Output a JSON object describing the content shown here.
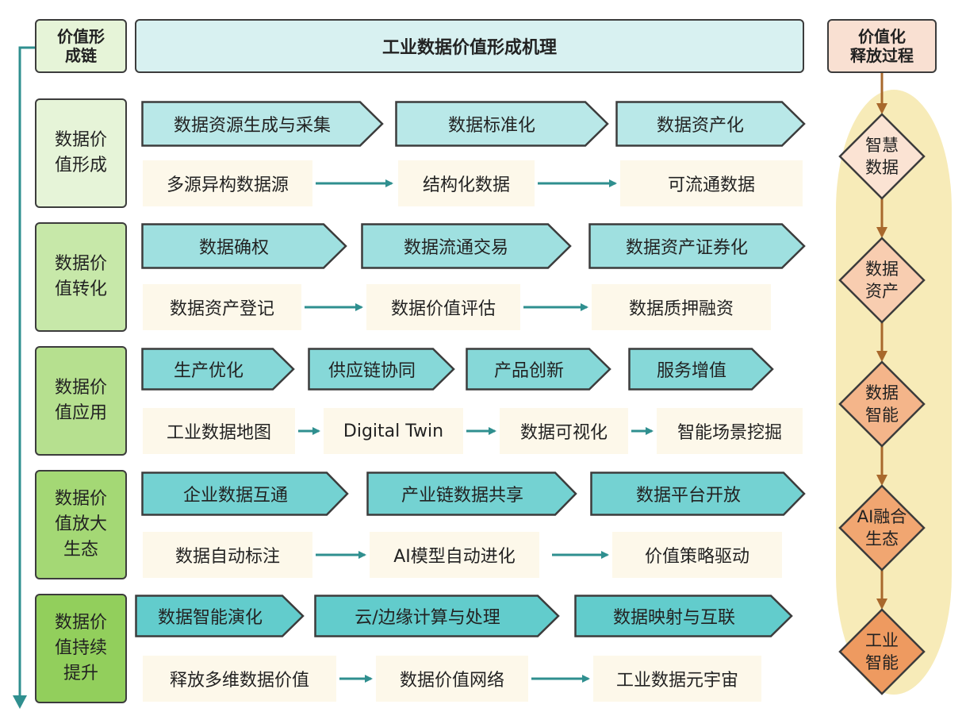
{
  "header": {
    "left": "价值形\n成链",
    "center": "工业数据价值形成机理",
    "right": "价值化\n释放过程"
  },
  "stages": [
    {
      "label": "数据价\n值形成",
      "chevrons": [
        "数据资源生成与采集",
        "数据标准化",
        "数据资产化"
      ],
      "items": [
        "多源异构数据源",
        "结构化数据",
        "可流通数据"
      ]
    },
    {
      "label": "数据价\n值转化",
      "chevrons": [
        "数据确权",
        "数据流通交易",
        "数据资产证券化"
      ],
      "items": [
        "数据资产登记",
        "数据价值评估",
        "数据质押融资"
      ]
    },
    {
      "label": "数据价\n值应用",
      "chevrons": [
        "生产优化",
        "供应链协同",
        "产品创新",
        "服务增值"
      ],
      "items": [
        "工业数据地图",
        "Digital Twin",
        "数据可视化",
        "智能场景挖掘"
      ]
    },
    {
      "label": "数据价\n值放大\n生态",
      "chevrons": [
        "企业数据互通",
        "产业链数据共享",
        "数据平台开放"
      ],
      "items": [
        "数据自动标注",
        "AI模型自动进化",
        "价值策略驱动"
      ]
    },
    {
      "label": "数据价\n值持续\n提升",
      "chevrons": [
        "数据智能演化",
        "云/边缘计算与处理",
        "数据映射与互联"
      ],
      "items": [
        "释放多维数据价值",
        "数据价值网络",
        "工业数据元宇宙"
      ]
    }
  ],
  "release": [
    {
      "label": "智慧\n数据",
      "color": "#fbe3d3"
    },
    {
      "label": "数据\n资产",
      "color": "#f8cdb0"
    },
    {
      "label": "数据\n智能",
      "color": "#f4b58a"
    },
    {
      "label": "AI融合\n生态",
      "color": "#f1a671"
    },
    {
      "label": "工业\n智能",
      "color": "#ee9a60"
    }
  ],
  "colors": {
    "stage_fills": [
      "#e6f4d8",
      "#c7e8a9",
      "#b6e08f",
      "#a4d875",
      "#92cf5c"
    ],
    "chevron_fills": [
      "#b9e8e8",
      "#9fe0e0",
      "#86d8d8",
      "#74d2d2",
      "#62cccc"
    ],
    "item_bg": "#fdf8ea",
    "arrow_teal": "#2f8f8f",
    "arrow_brown": "#a8682c",
    "oval": "#f7ebb8"
  }
}
